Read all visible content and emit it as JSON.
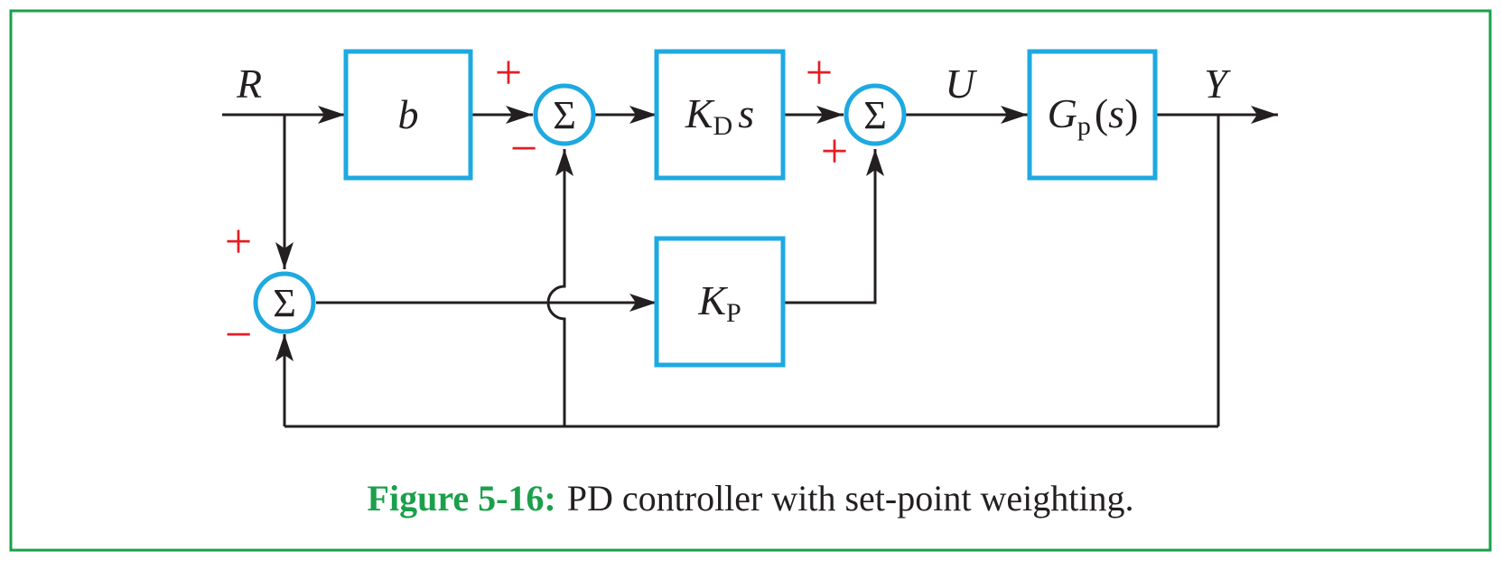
{
  "diagram": {
    "signals": {
      "input": "R",
      "control": "U",
      "output": "Y"
    },
    "blocks": {
      "weight": {
        "symbol": "b"
      },
      "derivative": {
        "main": "K",
        "sub": "D",
        "tail": "s"
      },
      "plant": {
        "main": "G",
        "sub": "p",
        "open": "(",
        "arg": "s",
        "close": ")"
      },
      "proportional": {
        "main": "K",
        "sub": "P"
      }
    },
    "junctions": {
      "sum_symbol": "Σ",
      "sum_d_in": {
        "top": "+",
        "bottom": "−"
      },
      "sum_u": {
        "left": "+",
        "bottom": "+"
      },
      "sum_p": {
        "top": "+",
        "bottom": "−"
      }
    }
  },
  "caption": {
    "label": "Figure 5-16:",
    "text": "PD controller with set-point weighting."
  },
  "colors": {
    "frame": "#1aa04a",
    "block_border": "#1ea9e1",
    "wire": "#231f20",
    "sign": "#e31e24",
    "caption_label": "#1aa04a",
    "caption_text": "#231f20"
  }
}
